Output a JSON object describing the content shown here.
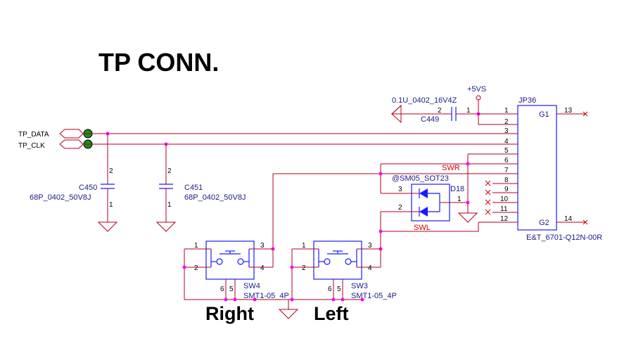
{
  "title": "TP CONN.",
  "power": {
    "label": "+5VS"
  },
  "nets": {
    "tp_data": "TP_DATA",
    "tp_clk": "TP_CLK",
    "swr": "SWR",
    "swl": "SWL"
  },
  "connector": {
    "ref": "JP36",
    "part": "E&T_6701-Q12N-00R",
    "g1": "G1",
    "g2": "G2",
    "g1_pin": "13",
    "g2_pin": "14",
    "pins": [
      "1",
      "2",
      "3",
      "4",
      "5",
      "6",
      "7",
      "8",
      "9",
      "10",
      "11",
      "12"
    ]
  },
  "c449": {
    "ref": "C449",
    "value": "0.1U_0402_16V4Z",
    "pin_a": "2",
    "pin_b": "1"
  },
  "c450": {
    "ref": "C450",
    "value": "68P_0402_50V8J",
    "pin_top": "2",
    "pin_bot": "1"
  },
  "c451": {
    "ref": "C451",
    "value": "68P_0402_50V8J",
    "pin_top": "2",
    "pin_bot": "1"
  },
  "d18": {
    "ref": "D18",
    "value": "@SM05_SOT23",
    "pin3": "3",
    "pin2": "2",
    "pin1": "1"
  },
  "sw4": {
    "ref": "SW4",
    "value": "SMT1-05_4P",
    "pins": [
      "1",
      "2",
      "3",
      "4",
      "6",
      "5"
    ],
    "caption": "Right"
  },
  "sw3": {
    "ref": "SW3",
    "value": "SMT1-05_4P",
    "pins": [
      "1",
      "2",
      "3",
      "4",
      "6",
      "5"
    ],
    "caption": "Left"
  }
}
